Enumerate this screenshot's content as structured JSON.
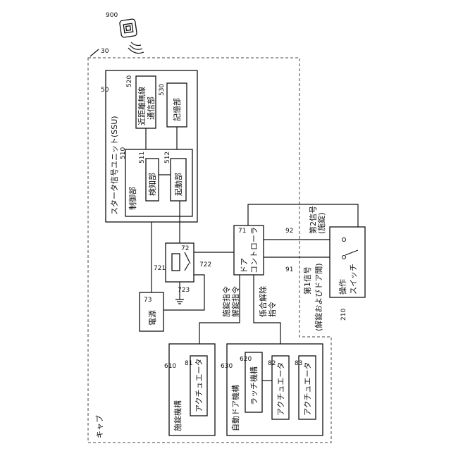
{
  "figure": {
    "cab_label": "キャブ",
    "ref_cab": "30",
    "fob": {
      "ref": "900"
    },
    "ssu": {
      "ref": "50",
      "title": "スタータ信号ユニット(SSU)",
      "short_range": {
        "ref": "520",
        "line1": "近距離無線",
        "line2": "通信部"
      },
      "storage": {
        "ref": "530",
        "label": "記憶部"
      },
      "control": {
        "ref": "510",
        "label": "制御部"
      },
      "detect": {
        "ref": "511",
        "label": "検知部"
      },
      "start": {
        "ref": "512",
        "label": "起動部"
      }
    },
    "relay": {
      "ref": "72",
      "ref_a": "721",
      "ref_b": "722",
      "ref_c": "723"
    },
    "power": {
      "ref": "73",
      "label": "電源"
    },
    "door_controller": {
      "ref": "71",
      "label1": "ドア",
      "label2": "コントローラ"
    },
    "signals": {
      "ref_91": "91",
      "ref_92": "92",
      "sig1_l1": "第1信号",
      "sig1_l2": "(解錠およびドア開)",
      "sig2_l1": "第2信号",
      "sig2_l2": "(施錠)"
    },
    "switch": {
      "ref": "210",
      "label1": "操作",
      "label2": "スイッチ"
    },
    "commands": {
      "lock_l1": "施錠指令",
      "lock_l2": "解錠指令",
      "eng_l1": "係合解除",
      "eng_l2": "指令"
    },
    "lock_mech": {
      "ref": "610",
      "label": "施錠機構",
      "act_ref": "81",
      "act_label": "アクチュエータ"
    },
    "auto_door": {
      "ref": "630",
      "label": "自動ドア機構",
      "latch_ref": "620",
      "latch_label": "ラッチ機構",
      "act82_ref": "82",
      "act82_label": "アクチュエータ",
      "act83_ref": "83",
      "act83_label": "アクチュエータ"
    }
  }
}
